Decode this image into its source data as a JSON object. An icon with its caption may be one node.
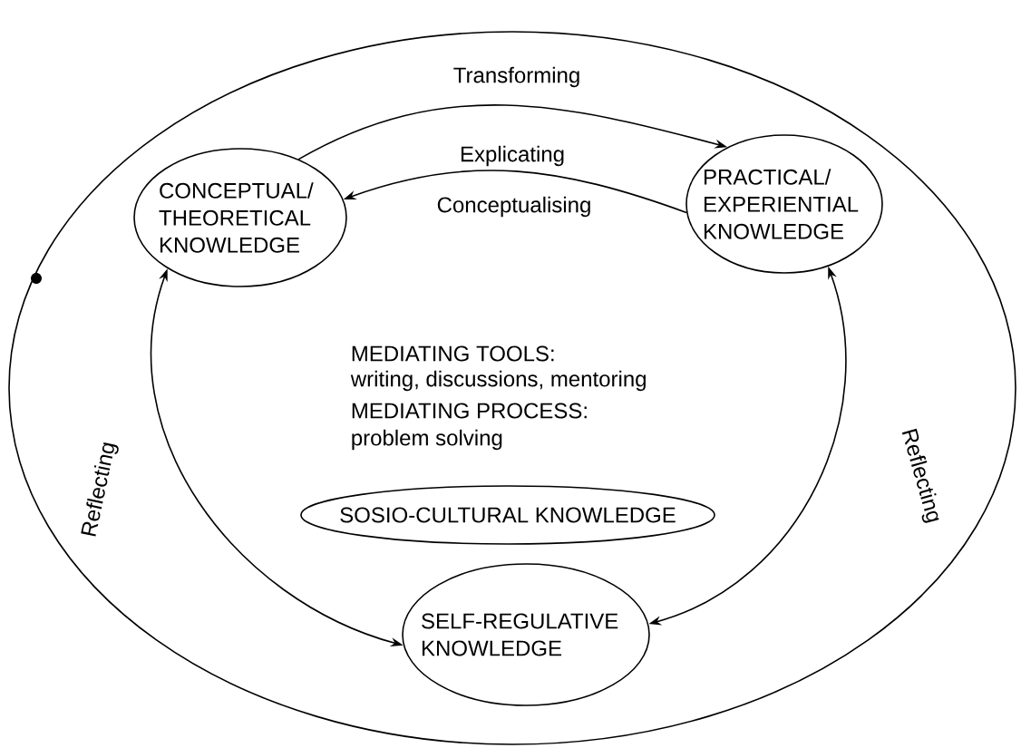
{
  "diagram": {
    "nodes": [
      {
        "text": [],
        "shape": "ellipse"
      },
      {
        "text": [
          "CONCEPTUAL/ THEORETICAL KNOWLEDGE"
        ],
        "in": 0
      },
      {
        "text": [
          "PRACTICAL/ EXPERIENTIAL KNOWLEDGE"
        ],
        "in": 0
      },
      {
        "text": [
          "SOSIO-CULTURAL KNOWLEDGE"
        ],
        "in": 0
      },
      {
        "text": [
          "SELF-REGULATIVE KNOWLEDGE"
        ],
        "in": 0
      }
    ],
    "edges": [
      {
        "from": 1,
        "to": 2,
        "arrow": "to",
        "label": "Transforming"
      },
      {
        "from": 2,
        "to": 1,
        "arrow": "to",
        "label": "Explicating"
      },
      {
        "from": 1,
        "to": 4,
        "arrow": "both",
        "label": "Reflecting"
      },
      {
        "from": 2,
        "to": 4,
        "arrow": "both",
        "label": "Reflecting"
      }
    ],
    "labels": [
      "Conceptualising",
      "MEDIATING TOOLS:",
      "writing, discussions, mentoring",
      "MEDIATING PROCESS:",
      "problem solving"
    ]
  }
}
